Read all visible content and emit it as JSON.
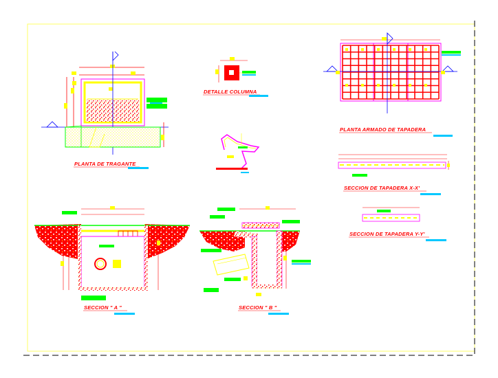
{
  "drawing": {
    "colors": {
      "frame": "#ffff66",
      "red": "#ff0000",
      "yellow": "#ffff00",
      "green": "#00ff00",
      "magenta": "#ff00ff",
      "cyan": "#00c8ff",
      "blue": "#0000ff",
      "white": "#ffffff",
      "black": "#000000"
    },
    "titles": {
      "planta_tragante": "PLANTA DE TRAGANTE",
      "detalle_columna": "DETALLE COLUMNA",
      "planta_armado": "PLANTA ARMADO DE TAPADERA",
      "seccion_xx": "SECCION DE TAPADERA X-X'",
      "seccion_yy": "SECCION DE TAPADERA Y-Y'",
      "seccion_a": "SECCION  \" A \"",
      "seccion_b": "SECCION  \" B \""
    }
  }
}
